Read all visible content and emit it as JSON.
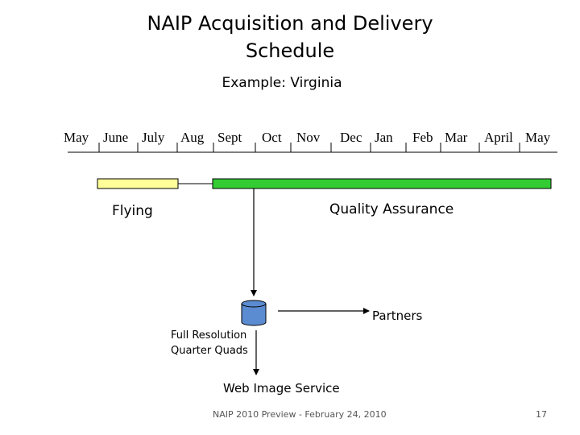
{
  "title_line1": "NAIP Acquisition and Delivery",
  "title_line2": "Schedule",
  "subtitle": "Example: Virginia",
  "months": [
    "May",
    "June",
    "July",
    "Aug",
    "Sept",
    "Oct",
    "Nov",
    "Dec",
    "Jan",
    "Feb",
    "Mar",
    "April",
    "May"
  ],
  "bars": {
    "flying": {
      "label": "Flying",
      "color": "#ffff99"
    },
    "qa": {
      "label": "Quality Assurance",
      "color": "#33cc33"
    }
  },
  "nodes": {
    "database_icon": "database-cylinder-icon",
    "partners": "Partners",
    "full_res_line1": "Full Resolution",
    "full_res_line2": "Quarter Quads",
    "web_service": "Web Image Service"
  },
  "footer": {
    "text": "NAIP 2010 Preview - February 24, 2010",
    "page": "17"
  },
  "colors": {
    "database_fill": "#5b8bd0",
    "line": "#000000"
  }
}
